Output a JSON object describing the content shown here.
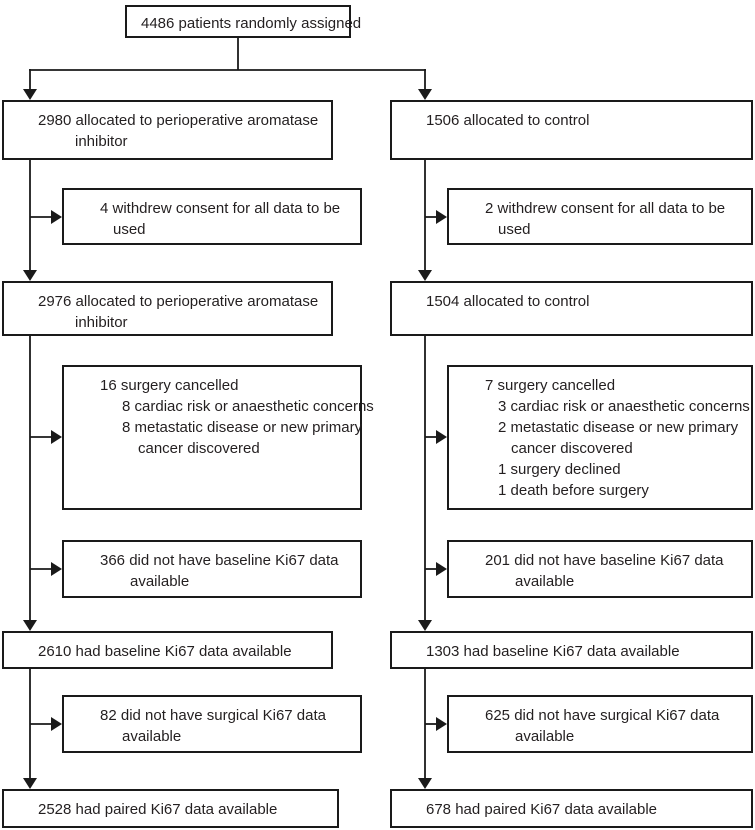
{
  "colors": {
    "box_border": "#1a1a1a",
    "text": "#231f20",
    "background": "#ffffff"
  },
  "flow": {
    "top": {
      "lines": [
        "4486 patients randomly assigned"
      ]
    },
    "left": {
      "allocated1": {
        "lines": [
          "2980 allocated to perioperative aromatase",
          "inhibitor"
        ]
      },
      "withdrew": {
        "lines": [
          "4 withdrew consent for all data to be",
          "used"
        ]
      },
      "allocated2": {
        "lines": [
          "2976 allocated to perioperative aromatase",
          "inhibitor"
        ]
      },
      "surgery": {
        "lines": [
          "16 surgery cancelled",
          "8 cardiac risk or anaesthetic concerns",
          "8 metastatic disease or new primary",
          "cancer discovered"
        ]
      },
      "no_baseline": {
        "lines": [
          "366 did not have baseline Ki67 data",
          "available"
        ]
      },
      "baseline": {
        "lines": [
          "2610 had baseline Ki67 data available"
        ]
      },
      "no_surgical": {
        "lines": [
          "82 did not have surgical Ki67 data",
          "available"
        ]
      },
      "paired": {
        "lines": [
          "2528 had paired Ki67 data available"
        ]
      }
    },
    "right": {
      "allocated1": {
        "lines": [
          "1506 allocated to control"
        ]
      },
      "withdrew": {
        "lines": [
          "2 withdrew consent for all data to be",
          "used"
        ]
      },
      "allocated2": {
        "lines": [
          "1504 allocated to control"
        ]
      },
      "surgery": {
        "lines": [
          "7 surgery cancelled",
          "3 cardiac risk or anaesthetic concerns",
          "2 metastatic disease or new primary",
          "cancer discovered",
          "1 surgery declined",
          "1 death before surgery"
        ]
      },
      "no_baseline": {
        "lines": [
          "201 did not have baseline Ki67 data",
          "available"
        ]
      },
      "baseline": {
        "lines": [
          "1303 had baseline Ki67 data available"
        ]
      },
      "no_surgical": {
        "lines": [
          "625 did not have surgical Ki67 data",
          "available"
        ]
      },
      "paired": {
        "lines": [
          "678 had paired Ki67 data available"
        ]
      }
    }
  }
}
